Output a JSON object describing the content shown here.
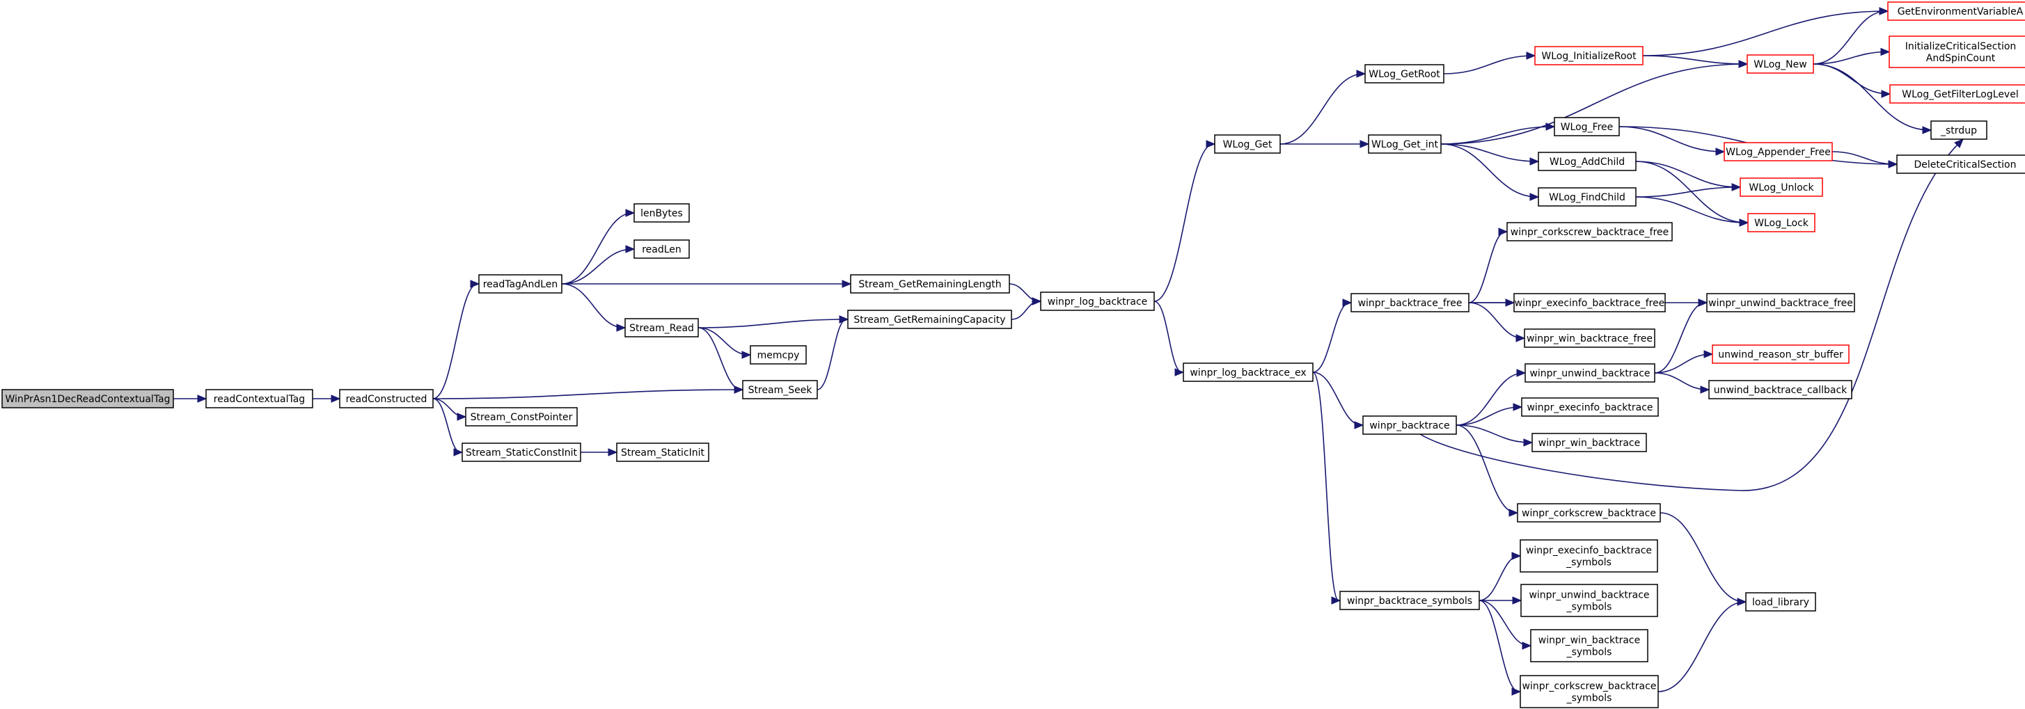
{
  "diagram": {
    "nodes": {
      "n_root": "WinPrAsn1DecReadContextualTag",
      "n_rct": "readContextualTag",
      "n_rc": "readConstructed",
      "n_rtal": "readTagAndLen",
      "n_lenbytes": "lenBytes",
      "n_readlen": "readLen",
      "n_sread": "Stream_Read",
      "n_memcpy": "memcpy",
      "n_sseek": "Stream_Seek",
      "n_sconst": "Stream_ConstPointer",
      "n_sstaticc": "Stream_StaticConstInit",
      "n_sstatic": "Stream_StaticInit",
      "n_sgrl": "Stream_GetRemainingLength",
      "n_sgrc": "Stream_GetRemainingCapacity",
      "n_wlb": "winpr_log_backtrace",
      "n_wlbex": "winpr_log_backtrace_ex",
      "n_wlogget": "WLog_Get",
      "n_wloggetroot": "WLog_GetRoot",
      "n_wloggetint": "WLog_Get_int",
      "n_wloginitroot": "WLog_InitializeRoot",
      "n_wlognew": "WLog_New",
      "n_getenv": "GetEnvironmentVariableA",
      "n_initcs": [
        "InitializeCriticalSection",
        "AndSpinCount"
      ],
      "n_getfilter": "WLog_GetFilterLogLevel",
      "n_strdup": "_strdup",
      "n_wlogfree": "WLog_Free",
      "n_wlogappfree": "WLog_Appender_Free",
      "n_delcs": "DeleteCriticalSection",
      "n_addchild": "WLog_AddChild",
      "n_findchild": "WLog_FindChild",
      "n_unlock": "WLog_Unlock",
      "n_lock": "WLog_Lock",
      "n_btfree": "winpr_backtrace_free",
      "n_ccbtfree": "winpr_corkscrew_backtrace_free",
      "n_exbtfree": "winpr_execinfo_backtrace_free",
      "n_winbtfree": "winpr_win_backtrace_free",
      "n_unwbtfree": "winpr_unwind_backtrace_free",
      "n_bt": "winpr_backtrace",
      "n_unwbt": "winpr_unwind_backtrace",
      "n_unwreason": "unwind_reason_str_buffer",
      "n_unwcb": "unwind_backtrace_callback",
      "n_exbt": "winpr_execinfo_backtrace",
      "n_winbt": "winpr_win_backtrace",
      "n_ccbt": "winpr_corkscrew_backtrace",
      "n_loadlib": "load_library",
      "n_btsym": "winpr_backtrace_symbols",
      "n_exbtsym": [
        "winpr_execinfo_backtrace",
        "_symbols"
      ],
      "n_unwbtsym": [
        "winpr_unwind_backtrace",
        "_symbols"
      ],
      "n_winbtsym": [
        "winpr_win_backtrace",
        "_symbols"
      ],
      "n_ccbtsym": [
        "winpr_corkscrew_backtrace",
        "_symbols"
      ]
    },
    "edges": [
      [
        "n_root",
        "n_rct"
      ],
      [
        "n_rct",
        "n_rc"
      ],
      [
        "n_rc",
        "n_rtal"
      ],
      [
        "n_rc",
        "n_sseek"
      ],
      [
        "n_rc",
        "n_sconst"
      ],
      [
        "n_rc",
        "n_sstaticc"
      ],
      [
        "n_sstaticc",
        "n_sstatic"
      ],
      [
        "n_rtal",
        "n_lenbytes"
      ],
      [
        "n_rtal",
        "n_readlen"
      ],
      [
        "n_rtal",
        "n_sgrl"
      ],
      [
        "n_rtal",
        "n_sread"
      ],
      [
        "n_sread",
        "n_sgrc"
      ],
      [
        "n_sread",
        "n_memcpy"
      ],
      [
        "n_sread",
        "n_sseek"
      ],
      [
        "n_sseek",
        "n_sgrc"
      ],
      [
        "n_sgrl",
        "n_wlb"
      ],
      [
        "n_sgrc",
        "n_wlb"
      ],
      [
        "n_wlb",
        "n_wlogget"
      ],
      [
        "n_wlb",
        "n_wlbex"
      ],
      [
        "n_wlogget",
        "n_wloggetroot"
      ],
      [
        "n_wlogget",
        "n_wloggetint"
      ],
      [
        "n_wloggetroot",
        "n_wloginitroot"
      ],
      [
        "n_wloginitroot",
        "n_getenv"
      ],
      [
        "n_wloginitroot",
        "n_wlognew"
      ],
      [
        "n_wloggetint",
        "n_wlognew"
      ],
      [
        "n_wloggetint",
        "n_wlogfree"
      ],
      [
        "n_wloggetint",
        "n_addchild"
      ],
      [
        "n_wloggetint",
        "n_findchild"
      ],
      [
        "n_wlognew",
        "n_getenv"
      ],
      [
        "n_wlognew",
        "n_initcs"
      ],
      [
        "n_wlognew",
        "n_getfilter"
      ],
      [
        "n_wlognew",
        "n_strdup"
      ],
      [
        "n_wlogfree",
        "n_wlogappfree"
      ],
      [
        "n_wlogfree",
        "n_delcs"
      ],
      [
        "n_wlogappfree",
        "n_delcs"
      ],
      [
        "n_addchild",
        "n_unlock"
      ],
      [
        "n_addchild",
        "n_lock"
      ],
      [
        "n_findchild",
        "n_unlock"
      ],
      [
        "n_findchild",
        "n_lock"
      ],
      [
        "n_wlbex",
        "n_btfree"
      ],
      [
        "n_wlbex",
        "n_bt"
      ],
      [
        "n_wlbex",
        "n_btsym"
      ],
      [
        "n_btfree",
        "n_ccbtfree"
      ],
      [
        "n_btfree",
        "n_exbtfree"
      ],
      [
        "n_btfree",
        "n_unwbtfree"
      ],
      [
        "n_btfree",
        "n_winbtfree"
      ],
      [
        "n_bt",
        "n_unwbt"
      ],
      [
        "n_bt",
        "n_exbt"
      ],
      [
        "n_bt",
        "n_winbt"
      ],
      [
        "n_bt",
        "n_ccbt"
      ],
      [
        "n_bt",
        "n_strdup"
      ],
      [
        "n_unwbt",
        "n_unwbtfree"
      ],
      [
        "n_unwbt",
        "n_unwreason"
      ],
      [
        "n_unwbt",
        "n_unwcb"
      ],
      [
        "n_ccbt",
        "n_loadlib"
      ],
      [
        "n_btsym",
        "n_exbtsym"
      ],
      [
        "n_btsym",
        "n_unwbtsym"
      ],
      [
        "n_btsym",
        "n_winbtsym"
      ],
      [
        "n_btsym",
        "n_ccbtsym"
      ],
      [
        "n_ccbtsym",
        "n_loadlib"
      ]
    ]
  },
  "colors": {
    "node_border": "#000000",
    "external_node_border": "#ff0000",
    "root_fill": "#bfbfbf",
    "edge": "#191970"
  }
}
